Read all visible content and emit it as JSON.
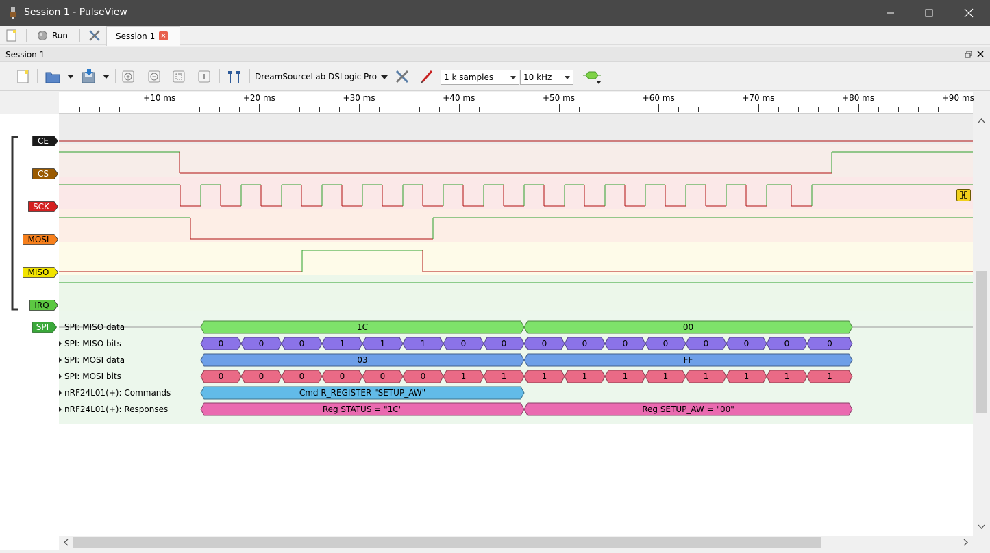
{
  "window": {
    "title": "Session 1 - PulseView"
  },
  "tabbar": {
    "run_label": "Run",
    "session_tab_label": "Session 1",
    "session_tab_close": "×"
  },
  "dock": {
    "title": "Session 1"
  },
  "toolbar": {
    "device": "DreamSourceLab DSLogic Pro",
    "samples": "1 k samples",
    "samplerate": "10 kHz"
  },
  "ruler": {
    "labels": [
      "+10 ms",
      "+20 ms",
      "+30 ms",
      "+40 ms",
      "+50 ms",
      "+60 ms",
      "+70 ms",
      "+80 ms",
      "+90 ms"
    ]
  },
  "channels": [
    {
      "name": "CE",
      "color": "#1a1a1a",
      "text_color": "#ffffff"
    },
    {
      "name": "CS",
      "color": "#9a5a00",
      "text_color": "#ffffff"
    },
    {
      "name": "SCK",
      "color": "#d42020",
      "text_color": "#ffffff"
    },
    {
      "name": "MOSI",
      "color": "#f7801c",
      "text_color": "#000000"
    },
    {
      "name": "MISO",
      "color": "#f2e400",
      "text_color": "#000000"
    },
    {
      "name": "IRQ",
      "color": "#5cc842",
      "text_color": "#000000"
    }
  ],
  "decoder": {
    "badge": "SPI",
    "badge_color": "#3aa83a",
    "rows": [
      {
        "label": "SPI: MISO data",
        "color": "#7ee26a",
        "annotations": [
          "1C",
          "00"
        ]
      },
      {
        "label": "SPI: MISO bits",
        "color": "#8b73e8",
        "annotations": [
          "0",
          "0",
          "0",
          "1",
          "1",
          "1",
          "0",
          "0",
          "0",
          "0",
          "0",
          "0",
          "0",
          "0",
          "0",
          "0"
        ]
      },
      {
        "label": "SPI: MOSI data",
        "color": "#6e9fe8",
        "annotations": [
          "03",
          "FF"
        ]
      },
      {
        "label": "SPI: MOSI bits",
        "color": "#ea6a86",
        "annotations": [
          "0",
          "0",
          "0",
          "0",
          "0",
          "0",
          "1",
          "1",
          "1",
          "1",
          "1",
          "1",
          "1",
          "1",
          "1",
          "1"
        ]
      },
      {
        "label": "nRF24L01(+): Commands",
        "color": "#62bbe8",
        "annotations": [
          "Cmd R_REGISTER \"SETUP_AW\""
        ]
      },
      {
        "label": "nRF24L01(+): Responses",
        "color": "#ea6ab0",
        "annotations": [
          "Reg STATUS = \"1C\"",
          "Reg SETUP_AW = \"00\""
        ]
      }
    ]
  },
  "colors": {
    "high_line": "#2ca02c",
    "low_line": "#b01010",
    "accent": "#3c8a3c"
  }
}
